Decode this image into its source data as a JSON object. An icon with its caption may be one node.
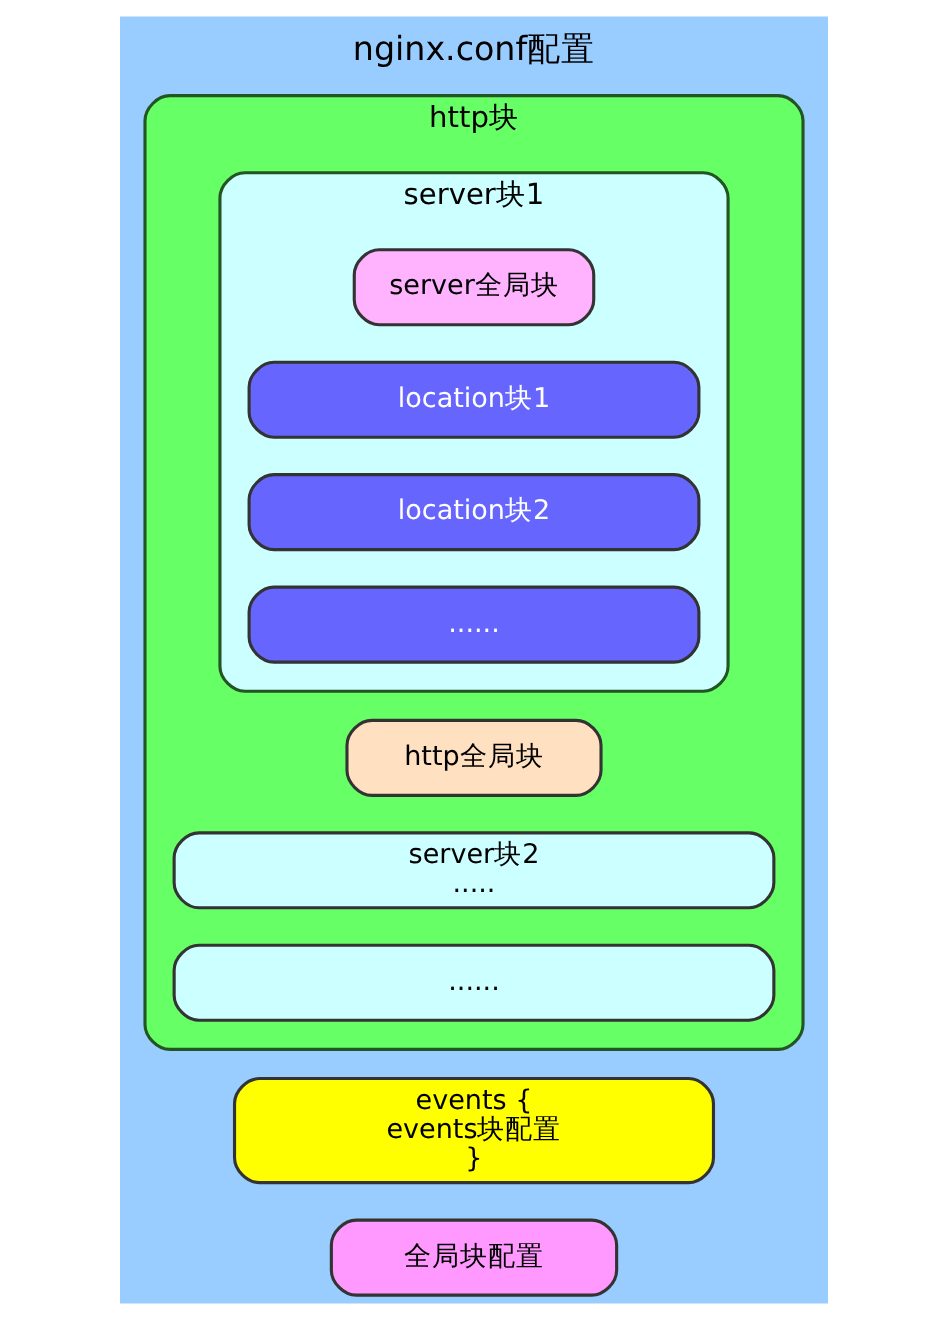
{
  "diagram": {
    "title": "nginx.conf配置",
    "nodes": [
      {
        "text": [
          "全局块配置"
        ]
      },
      {
        "text": [
          "events {",
          "events块配置",
          "}"
        ]
      },
      {
        "text": [
          "http块"
        ]
      },
      {
        "text": [
          "http全局块"
        ],
        "in": 2
      },
      {
        "text": [
          "server块1"
        ],
        "in": 2
      },
      {
        "text": [
          "server全局块"
        ],
        "in": 4
      },
      {
        "text": [
          "location块1"
        ],
        "in": 4
      },
      {
        "text": [
          "location块2"
        ],
        "in": 4
      },
      {
        "text": [
          "......"
        ],
        "in": 4
      },
      {
        "text": [
          "server块2",
          "....."
        ],
        "in": 2
      },
      {
        "text": [
          "......"
        ],
        "in": 2
      }
    ],
    "edges": []
  }
}
